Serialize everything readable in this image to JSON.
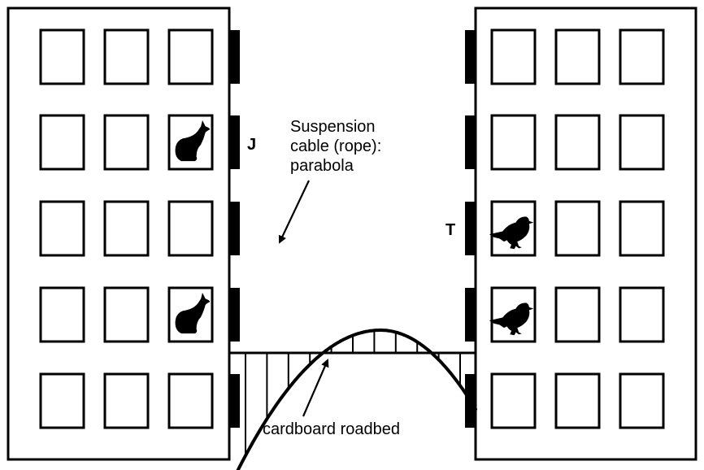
{
  "diagram": {
    "title": "Suspension bridge between two buildings",
    "labels": {
      "cable_line1": "Suspension",
      "cable_line2": "cable (rope):",
      "cable_line3": "parabola",
      "roadbed": "cardboard roadbed",
      "left_anchor": "J",
      "right_anchor": "T"
    },
    "colors": {
      "ink": "#000000",
      "background": "#ffffff"
    },
    "buildings": [
      {
        "name": "left-building",
        "rows": 5,
        "cols": 3,
        "occupants": [
          {
            "row": 1,
            "col": 2,
            "icon": "cat-icon"
          },
          {
            "row": 3,
            "col": 2,
            "icon": "cat-icon"
          }
        ]
      },
      {
        "name": "right-building",
        "rows": 5,
        "cols": 3,
        "occupants": [
          {
            "row": 2,
            "col": 0,
            "icon": "bird-icon"
          },
          {
            "row": 3,
            "col": 0,
            "icon": "bird-icon"
          }
        ]
      }
    ],
    "hanger_count": 11
  }
}
